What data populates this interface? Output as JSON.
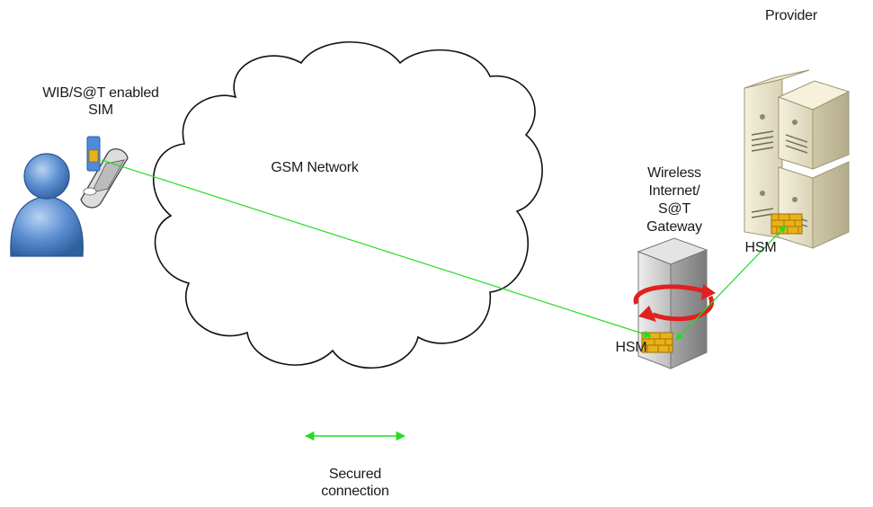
{
  "labels": {
    "sim_label_line1": "WIB/S@T enabled",
    "sim_label_line2": "SIM",
    "gsm_network": "GSM Network",
    "provider": "Provider",
    "gateway_line1": "Wireless",
    "gateway_line2": "Internet/",
    "gateway_line3": "S@T",
    "gateway_line4": "Gateway",
    "hsm_provider": "HSM",
    "hsm_gateway": "HSM",
    "legend_line1": "Secured",
    "legend_line2": "connection"
  },
  "colors": {
    "secured_link": "#22dd22",
    "cloud_stroke": "#111111",
    "user_blue": "#4a7fc1",
    "hsm_gold": "#e8b21a",
    "rotation_arrow": "#e02020"
  },
  "icons": [
    "user-icon",
    "phone-icon",
    "sim-card-icon",
    "cloud-icon",
    "server-stack-icon",
    "gateway-server-icon",
    "hsm-icon"
  ]
}
